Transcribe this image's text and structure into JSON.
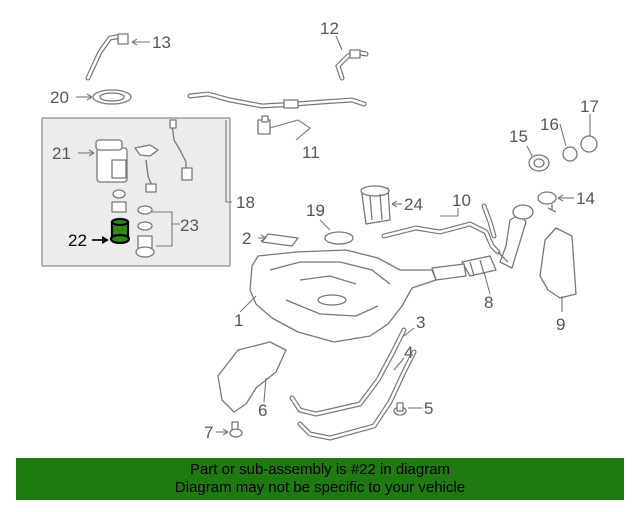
{
  "diagram": {
    "callouts": [
      "1",
      "2",
      "3",
      "4",
      "5",
      "6",
      "7",
      "8",
      "9",
      "10",
      "11",
      "12",
      "13",
      "14",
      "15",
      "16",
      "17",
      "18",
      "19",
      "20",
      "21",
      "22",
      "23",
      "24"
    ],
    "highlighted_callout": "22",
    "highlight_color": "#1f7a12"
  },
  "banner": {
    "line1": "Part or sub-assembly is #22 in diagram",
    "line2": "Diagram may not be specific to your vehicle",
    "background": "#1f7a12"
  }
}
